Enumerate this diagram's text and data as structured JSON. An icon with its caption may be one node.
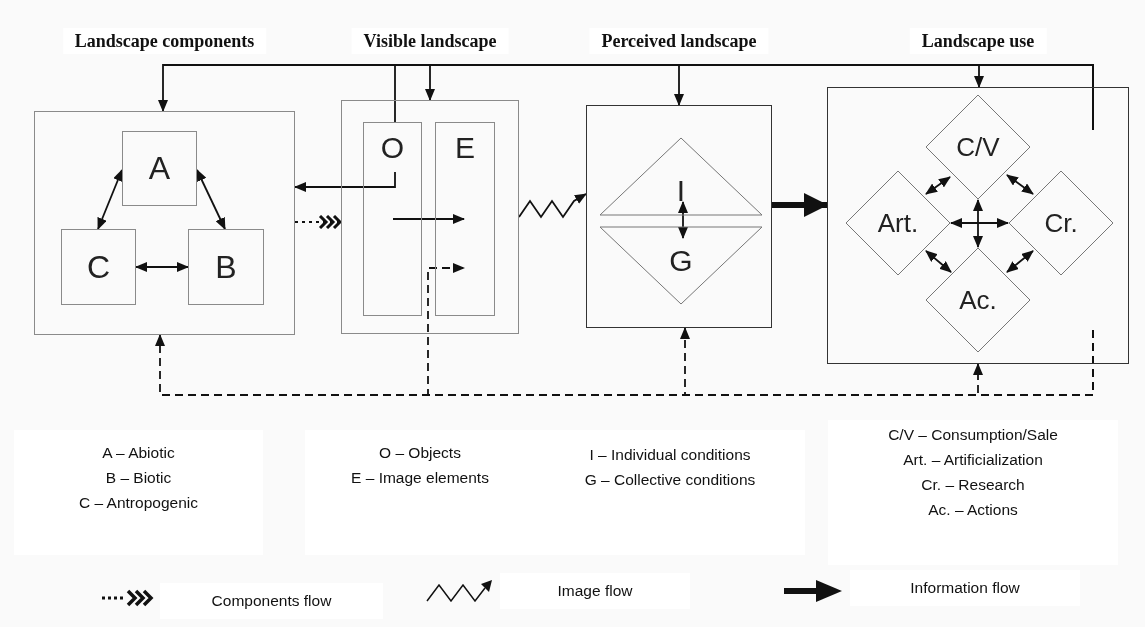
{
  "diagram": {
    "nodes": [
      {
        "text": [
          "Landscape components"
        ]
      },
      {
        "text": [
          "A"
        ],
        "in": 0
      },
      {
        "text": [
          "C"
        ],
        "in": 0
      },
      {
        "text": [
          "B"
        ],
        "in": 0
      },
      {
        "text": [
          "Visible landscape"
        ]
      },
      {
        "text": [
          "O"
        ],
        "in": 4
      },
      {
        "text": [
          "E"
        ],
        "in": 4
      },
      {
        "text": [
          "Perceived landscape"
        ]
      },
      {
        "text": [
          "I"
        ],
        "in": 7
      },
      {
        "text": [
          "G"
        ],
        "in": 7
      },
      {
        "text": [
          "Landscape use"
        ]
      },
      {
        "text": [
          "C/V"
        ],
        "in": 10
      },
      {
        "text": [
          "Art."
        ],
        "in": 10
      },
      {
        "text": [
          "Cr."
        ],
        "in": 10
      },
      {
        "text": [
          "Ac."
        ],
        "in": 10
      }
    ],
    "edges": [
      {
        "from": 1,
        "to": 2,
        "arrow": "both"
      },
      {
        "from": 1,
        "to": 3,
        "arrow": "both"
      },
      {
        "from": 2,
        "to": 3,
        "arrow": "both"
      },
      {
        "from": 10,
        "to": 0,
        "arrow": "to"
      },
      {
        "from": 10,
        "to": 4,
        "arrow": "to"
      },
      {
        "from": 10,
        "to": 7,
        "arrow": "to"
      },
      {
        "from": null,
        "to": 10,
        "arrow": "to"
      },
      {
        "from": 10,
        "to": 5,
        "arrow": "none"
      },
      {
        "from": 5,
        "to": 0,
        "arrow": "to"
      },
      {
        "from": 0,
        "to": 4,
        "arrow": "to",
        "style": "dashed"
      },
      {
        "from": 5,
        "to": 6,
        "arrow": "to"
      },
      {
        "from": 10,
        "to": 6,
        "arrow": "to",
        "style": "dashed"
      },
      {
        "from": 4,
        "to": 7,
        "arrow": "to"
      },
      {
        "from": 8,
        "to": 9,
        "arrow": "both"
      },
      {
        "from": 7,
        "to": 10,
        "arrow": "to",
        "style": "thick"
      },
      {
        "from": 11,
        "to": 12,
        "arrow": "both"
      },
      {
        "from": 11,
        "to": 13,
        "arrow": "both"
      },
      {
        "from": 12,
        "to": 13,
        "arrow": "both"
      },
      {
        "from": 11,
        "to": 14,
        "arrow": "both"
      },
      {
        "from": 12,
        "to": 14,
        "arrow": "both"
      },
      {
        "from": 13,
        "to": 14,
        "arrow": "both"
      },
      {
        "from": 10,
        "to": 0,
        "arrow": "to",
        "style": "dashed"
      },
      {
        "from": 10,
        "to": 7,
        "arrow": "to",
        "style": "dashed"
      },
      {
        "from": null,
        "to": 10,
        "arrow": "to",
        "style": "dashed"
      }
    ],
    "labels": [
      "A – Abiotic",
      "B – Biotic",
      "C – Antropogenic",
      "O – Objects",
      "E – Image elements",
      "I – Individual conditions",
      "G – Collective conditions",
      "C/V – Consumption/Sale",
      "Art. – Artificialization",
      "Cr. – Research",
      "Ac. – Actions"
    ],
    "legend": [
      {
        "text": "Components flow"
      },
      {
        "text": "Image flow"
      },
      {
        "text": "Information flow"
      }
    ]
  }
}
